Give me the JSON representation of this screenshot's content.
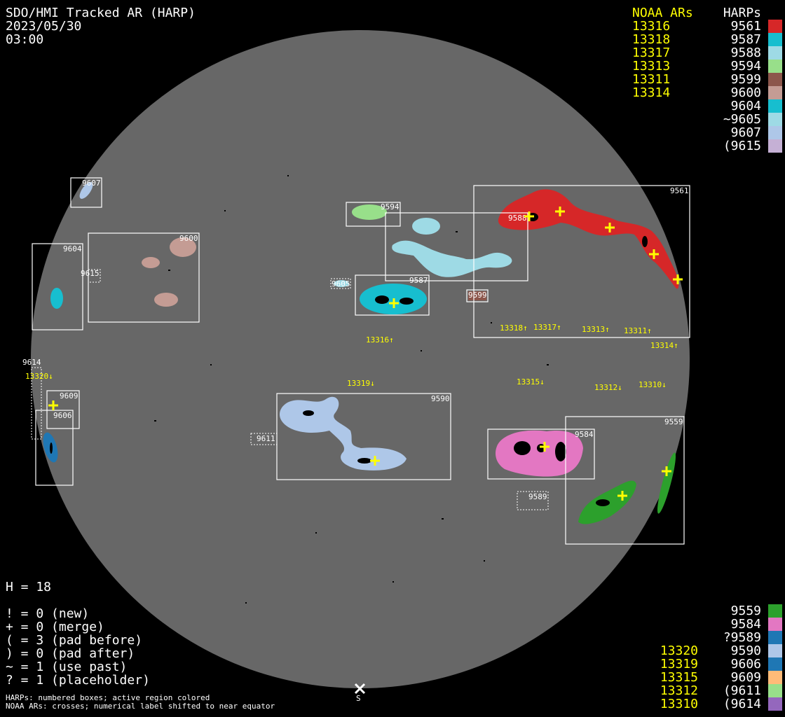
{
  "header": {
    "title": "SDO/HMI Tracked AR (HARP)",
    "date": "2023/05/30",
    "time": "03:00"
  },
  "legend_top": {
    "noaa_title": "NOAA ARs",
    "harp_title": "HARPs",
    "rows": [
      {
        "noaa": "13316",
        "harp": "9561",
        "color": "#d62728"
      },
      {
        "noaa": "13318",
        "harp": "9587",
        "color": "#17becf"
      },
      {
        "noaa": "13317",
        "harp": "9588",
        "color": "#9edae5"
      },
      {
        "noaa": "13313",
        "harp": "9594",
        "color": "#98df8a"
      },
      {
        "noaa": "13311",
        "harp": "9599",
        "color": "#8c564b"
      },
      {
        "noaa": "13314",
        "harp": "9600",
        "color": "#c49c94"
      },
      {
        "noaa": "",
        "harp": "9604",
        "color": "#17becf"
      },
      {
        "noaa": "",
        "harp": "~9605",
        "color": "#9edae5"
      },
      {
        "noaa": "",
        "harp": "9607",
        "color": "#aec7e8"
      },
      {
        "noaa": "",
        "harp": "(9615",
        "color": "#c5b0d5"
      }
    ]
  },
  "legend_bottom": {
    "rows": [
      {
        "noaa": "",
        "harp": "9559",
        "color": "#2ca02c"
      },
      {
        "noaa": "",
        "harp": "9584",
        "color": "#e377c2"
      },
      {
        "noaa": "",
        "harp": "?9589",
        "color": "#1f77b4"
      },
      {
        "noaa": "13320",
        "harp": "9590",
        "color": "#aec7e8"
      },
      {
        "noaa": "13319",
        "harp": "9606",
        "color": "#1f77b4"
      },
      {
        "noaa": "13315",
        "harp": "9609",
        "color": "#ffbb78"
      },
      {
        "noaa": "13312",
        "harp": "(9611",
        "color": "#98df8a"
      },
      {
        "noaa": "13310",
        "harp": "(9614",
        "color": "#9467bd"
      }
    ]
  },
  "stats": {
    "h": "H = 18",
    "lines": [
      "! = 0 (new)",
      "+ = 0 (merge)",
      "( = 3 (pad before)",
      ") = 0 (pad after)",
      "~ = 1 (use past)",
      "? = 1 (placeholder)"
    ]
  },
  "footer": {
    "line1": "HARPs: numbered boxes; active region colored",
    "line2": "NOAA ARs: crosses; numerical label shifted to near equator"
  },
  "disk": {
    "south_label": "S",
    "box_labels": {
      "b9607": "9607",
      "b9604": "9604",
      "b9600": "9600",
      "b9615": "9615",
      "b9594": "9594",
      "b9588": "9588",
      "b9605": "9605",
      "b9587": "9587",
      "b9599": "9599",
      "b9561": "9561",
      "b9614": "9614",
      "b9609": "9609",
      "b9606": "9606",
      "b9611": "9611",
      "b9590": "9590",
      "b9584": "9584",
      "b9589": "9589",
      "b9559": "9559"
    },
    "noaa_labels": {
      "n13316": "13316↑",
      "n13318": "13318↑",
      "n13317": "13317↑",
      "n13313": "13313↑",
      "n13311": "13311↑",
      "n13314": "13314↑",
      "n13320": "13320↓",
      "n13319": "13319↓",
      "n13315": "13315↓",
      "n13312": "13312↓",
      "n13310": "13310↓"
    }
  }
}
